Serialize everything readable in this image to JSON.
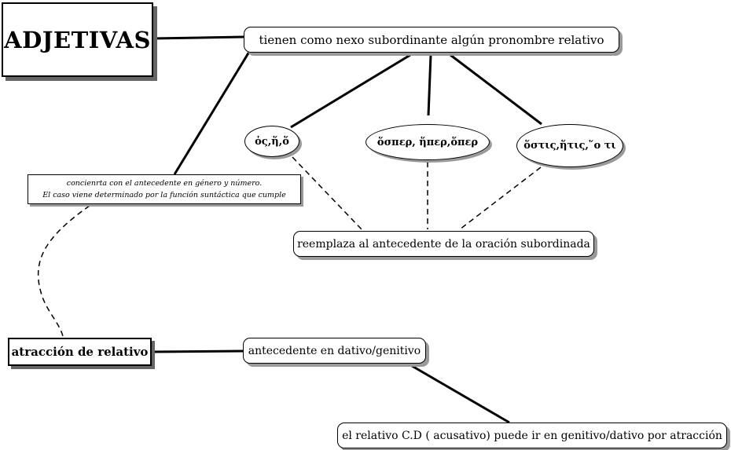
{
  "nodes": {
    "title": "ADJETIVAS",
    "nexo": "tienen como nexo subordinante algún pronombre relativo",
    "pronoun_1": "ὁς,ἥ,ὅ",
    "pronoun_2": "ὅσπερ, ἥπερ,ὅπερ",
    "pronoun_3": "ὅστις,ἥτις,῞ο τι",
    "concierta_line1": "concienrta con el antecedente en género y número.",
    "concierta_line2": "El caso viene determinado por la función suntáctica que cumple",
    "reemplaza": "reemplaza al antecedente de la oración subordinada",
    "atraccion": "atracción de relativo",
    "dativo": "antecedente en dativo/genitivo",
    "relativo_cd": "el relativo C.D ( acusativo) puede ir en genitivo/dativo por atracción"
  }
}
